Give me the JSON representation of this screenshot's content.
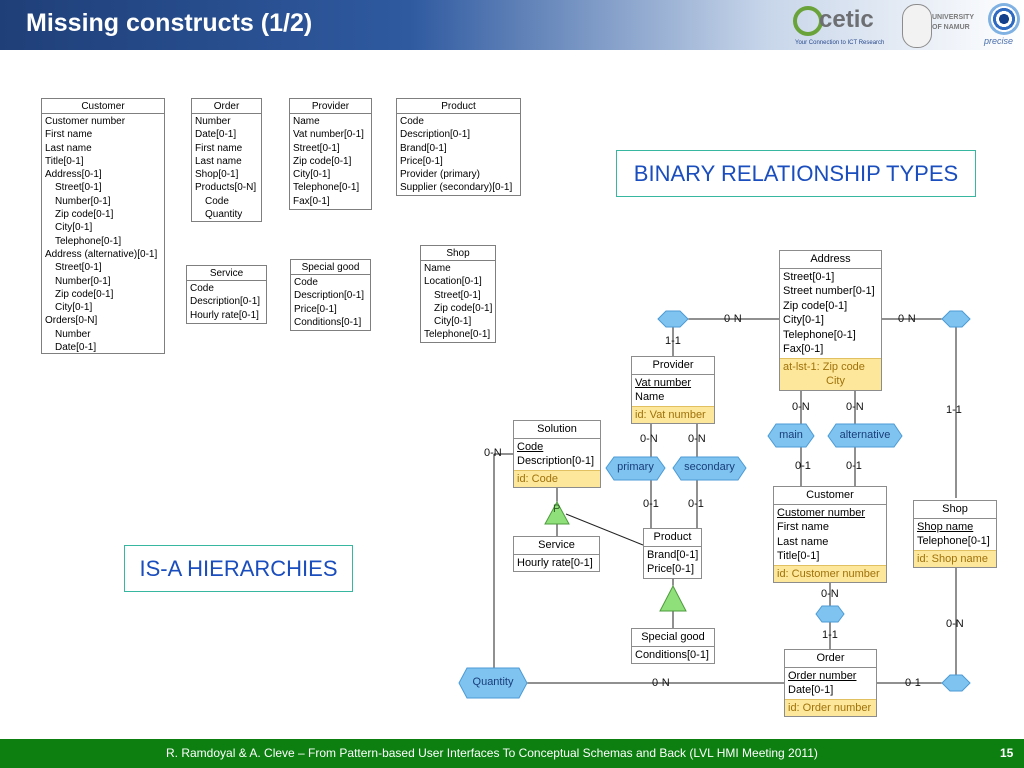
{
  "header": {
    "title": "Missing constructs (1/2)"
  },
  "logos": {
    "ocetic": {
      "word": "cetic",
      "tagline": "Your Connection to ICT Research"
    },
    "namur": {
      "line1": "UNIVERSITY",
      "line2": "OF NAMUR"
    },
    "precise": {
      "word": "precise"
    }
  },
  "ui_tables": {
    "customer": {
      "title": "Customer",
      "rows": [
        "Customer number",
        "First name",
        "Last name",
        "Title[0-1]",
        "Address[0-1]",
        "Street[0-1]",
        "Number[0-1]",
        "Zip code[0-1]",
        "City[0-1]",
        "Telephone[0-1]",
        "Address (alternative)[0-1]",
        "Street[0-1]",
        "Number[0-1]",
        "Zip code[0-1]",
        "City[0-1]",
        "Orders[0-N]",
        "Number",
        "Date[0-1]"
      ]
    },
    "order": {
      "title": "Order",
      "rows": [
        "Number",
        "Date[0-1]",
        "First name",
        "Last name",
        "Shop[0-1]",
        "Products[0-N]",
        "Code",
        "Quantity"
      ]
    },
    "provider": {
      "title": "Provider",
      "rows": [
        "Name",
        "Vat number[0-1]",
        "Street[0-1]",
        "Zip code[0-1]",
        "City[0-1]",
        "Telephone[0-1]",
        "Fax[0-1]"
      ]
    },
    "product": {
      "title": "Product",
      "rows": [
        "Code",
        "Description[0-1]",
        "Brand[0-1]",
        "Price[0-1]",
        "Provider (primary)",
        "Supplier (secondary)[0-1]"
      ]
    },
    "shop": {
      "title": "Shop",
      "rows": [
        "Name",
        "Location[0-1]",
        "Street[0-1]",
        "Zip code[0-1]",
        "City[0-1]",
        "Telephone[0-1]"
      ]
    },
    "service": {
      "title": "Service",
      "rows": [
        "Code",
        "Description[0-1]",
        "Hourly rate[0-1]"
      ]
    },
    "special_good": {
      "title": "Special good",
      "rows": [
        "Code",
        "Description[0-1]",
        "Price[0-1]",
        "Conditions[0-1]"
      ]
    }
  },
  "callouts": {
    "binary": "BINARY RELATIONSHIP TYPES",
    "isa": "IS-A HIERARCHIES"
  },
  "entities": {
    "address": {
      "title": "Address",
      "attrs": [
        "Street[0-1]",
        "Street number[0-1]",
        "Zip code[0-1]",
        "City[0-1]",
        "Telephone[0-1]",
        "Fax[0-1]"
      ],
      "id1": "at-lst-1: Zip code",
      "id2": "City"
    },
    "provider": {
      "title": "Provider",
      "attrs": [
        "Vat number",
        "Name"
      ],
      "id": "id: Vat number"
    },
    "solution": {
      "title": "Solution",
      "attrs": [
        "Code",
        "Description[0-1]"
      ],
      "id": "id: Code"
    },
    "service": {
      "title": "Service",
      "attrs": [
        "Hourly rate[0-1]"
      ]
    },
    "product": {
      "title": "Product",
      "attrs": [
        "Brand[0-1]",
        "Price[0-1]"
      ]
    },
    "special_good": {
      "title": "Special good",
      "attrs": [
        "Conditions[0-1]"
      ]
    },
    "customer": {
      "title": "Customer",
      "attrs": [
        "Customer number",
        "First name",
        "Last name",
        "Title[0-1]"
      ],
      "id": "id: Customer number"
    },
    "shop": {
      "title": "Shop",
      "attrs": [
        "Shop name",
        "Telephone[0-1]"
      ],
      "id": "id: Shop name"
    },
    "order": {
      "title": "Order",
      "attrs": [
        "Order number",
        "Date[0-1]"
      ],
      "id": "id: Order number"
    }
  },
  "relationships": {
    "primary": "primary",
    "secondary": "secondary",
    "main": "main",
    "alternative": "alternative",
    "quantity": "Quantity"
  },
  "isa_marker": "P",
  "cardinalities": {
    "prov_left": "0-N",
    "prov_down": "1-1",
    "addr_right": "0-N",
    "shop_up": "1-1",
    "main_top": "0-N",
    "alt_top": "0-N",
    "main_bottom": "0-1",
    "alt_bottom": "0-1",
    "prim_top": "0-N",
    "sec_top": "0-N",
    "prim_bottom": "0-1",
    "sec_bottom": "0-1",
    "sol_left": "0-N",
    "cust_down": "0-N",
    "order_up": "1-1",
    "shop_down": "0-N",
    "qty_right": "0-N",
    "order_right": "0-1"
  },
  "footer": {
    "text": "R. Ramdoyal & A. Cleve – From Pattern-based User Interfaces To Conceptual Schemas and Back (LVL HMI Meeting 2011)",
    "page": "15"
  },
  "colors": {
    "header_blue": "#1f3f78",
    "footer_green": "#0c7f10",
    "hex_fill": "#7fc4f0",
    "isa_green": "#8fe07a",
    "id_yellow": "#fde79b"
  }
}
